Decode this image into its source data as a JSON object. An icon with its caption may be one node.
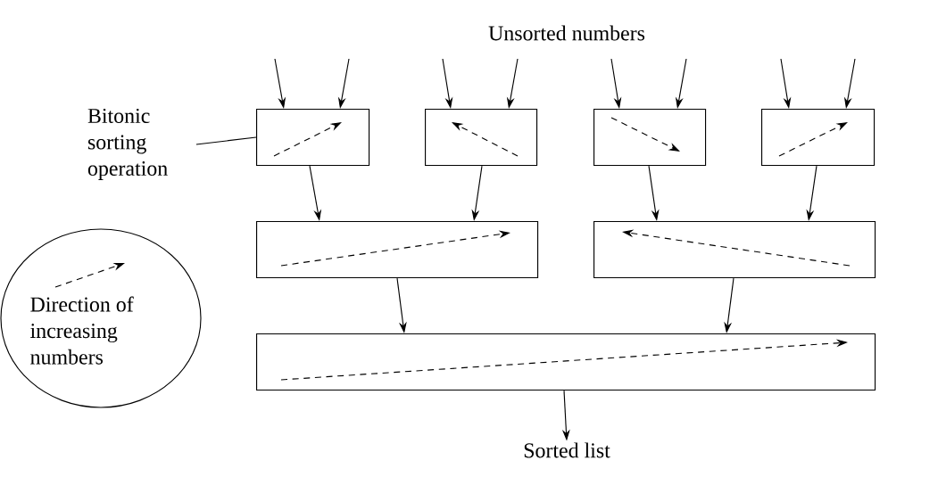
{
  "diagram": {
    "nodes": [
      {
        "text": [
          "Bitonic sorting operation"
        ]
      },
      {
        "text": [],
        "shape": "box"
      },
      {
        "text": [],
        "shape": "box"
      },
      {
        "text": [],
        "shape": "box"
      },
      {
        "text": [],
        "shape": "box"
      },
      {
        "text": [],
        "shape": "box"
      },
      {
        "text": [],
        "shape": "box"
      },
      {
        "text": [],
        "shape": "box"
      },
      {
        "text": [
          "Direction of increasing numbers"
        ]
      },
      {
        "text": [
          "Sorted list"
        ]
      }
    ],
    "edges": [
      {
        "from": null,
        "to": 1,
        "arrow": "to"
      },
      {
        "from": null,
        "to": 1,
        "arrow": "to"
      },
      {
        "from": null,
        "to": 2,
        "arrow": "to"
      },
      {
        "from": null,
        "to": 2,
        "arrow": "to"
      },
      {
        "from": null,
        "to": 3,
        "arrow": "to"
      },
      {
        "from": null,
        "to": 3,
        "arrow": "to"
      },
      {
        "from": null,
        "to": 4,
        "arrow": "to"
      },
      {
        "from": null,
        "to": 4,
        "arrow": "to"
      },
      {
        "from": 1,
        "to": 5,
        "arrow": "to"
      },
      {
        "from": 2,
        "to": 5,
        "arrow": "to"
      },
      {
        "from": 3,
        "to": 6,
        "arrow": "to"
      },
      {
        "from": 4,
        "to": 6,
        "arrow": "to"
      },
      {
        "from": 5,
        "to": 7,
        "arrow": "to"
      },
      {
        "from": 6,
        "to": 7,
        "arrow": "to"
      },
      {
        "from": 7,
        "to": 9,
        "arrow": "to"
      },
      {
        "from": 0,
        "to": 1,
        "arrow": "none"
      }
    ],
    "labels": [
      "Unsorted numbers"
    ]
  }
}
